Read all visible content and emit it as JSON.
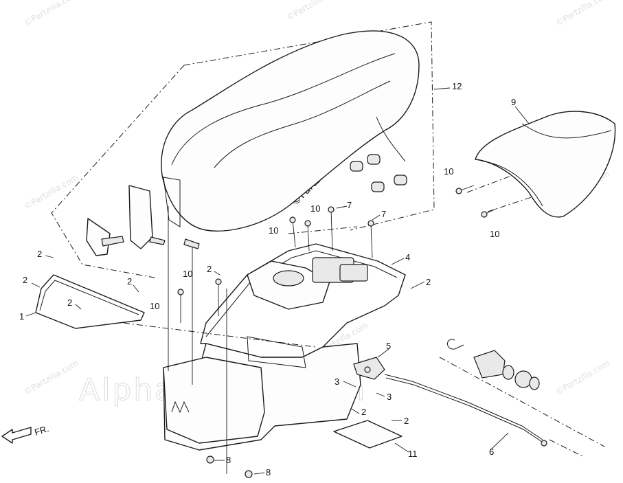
{
  "watermark": {
    "site": "©Partzilla.com",
    "brand_overlay": "AlphaSports.com"
  },
  "direction_label": "FR.",
  "callouts": [
    {
      "id": "c1",
      "label": "1"
    },
    {
      "id": "c2a",
      "label": "2"
    },
    {
      "id": "c2b",
      "label": "2"
    },
    {
      "id": "c2c",
      "label": "2"
    },
    {
      "id": "c2d",
      "label": "2"
    },
    {
      "id": "c2e",
      "label": "2"
    },
    {
      "id": "c2f",
      "label": "2"
    },
    {
      "id": "c2g",
      "label": "2"
    },
    {
      "id": "c2h",
      "label": "2"
    },
    {
      "id": "c3a",
      "label": "3"
    },
    {
      "id": "c3b",
      "label": "3"
    },
    {
      "id": "c4",
      "label": "4"
    },
    {
      "id": "c5",
      "label": "5"
    },
    {
      "id": "c6",
      "label": "6"
    },
    {
      "id": "c7a",
      "label": "7"
    },
    {
      "id": "c7b",
      "label": "7"
    },
    {
      "id": "c8a",
      "label": "8"
    },
    {
      "id": "c8b",
      "label": "8"
    },
    {
      "id": "c9",
      "label": "9"
    },
    {
      "id": "c10a",
      "label": "10"
    },
    {
      "id": "c10b",
      "label": "10"
    },
    {
      "id": "c10c",
      "label": "10"
    },
    {
      "id": "c10d",
      "label": "10"
    },
    {
      "id": "c10e",
      "label": "10"
    },
    {
      "id": "c10f",
      "label": "10"
    },
    {
      "id": "c11",
      "label": "11"
    },
    {
      "id": "c12",
      "label": "12"
    }
  ]
}
